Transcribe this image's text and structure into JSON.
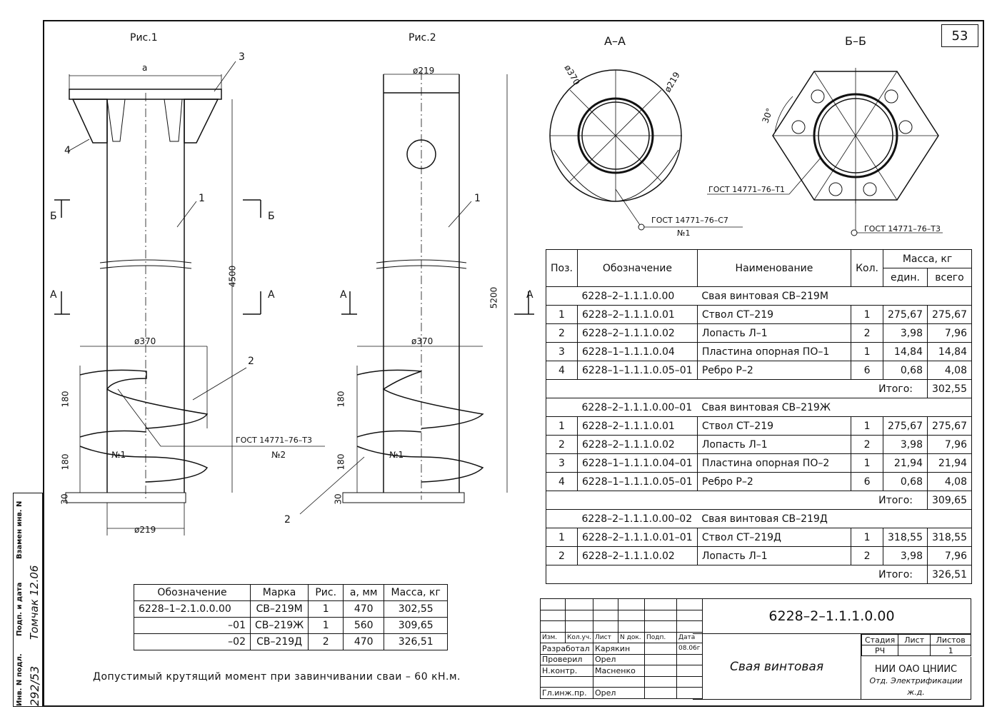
{
  "sheet_number": "53",
  "fig_titles": {
    "fig1": "Рис.1",
    "fig2": "Рис.2",
    "sec_aa": "А–А",
    "sec_bb": "Б–Б"
  },
  "dims": {
    "a": "a",
    "d219": "ø219",
    "d370": "ø370",
    "h4500": "4500",
    "h5200": "5200",
    "h180": "180",
    "h30": "30",
    "deg30": "30°"
  },
  "callouts": {
    "p1": "1",
    "p2": "2",
    "p3": "3",
    "p4": "4",
    "n1": "№1",
    "n2": "№2"
  },
  "section_marks": {
    "b": "Б",
    "a": "А"
  },
  "weld_notes": {
    "fig1": "ГОСТ 14771–76–Т3",
    "aa": "ГОСТ 14771–76–С7",
    "aa_n": "№1",
    "bb_t1": "ГОСТ 14771–76–Т1",
    "bb_t3": "ГОСТ 14771–76–Т3"
  },
  "spec": {
    "headers": {
      "pos": "Поз.",
      "des": "Обозначение",
      "name": "Наименование",
      "qty": "Кол.",
      "mass": "Масса, кг",
      "unit": "един.",
      "total": "всего"
    },
    "groups": [
      {
        "des": "6228–2–1.1.1.0.00",
        "name": "Свая винтовая СВ–219М",
        "rows": [
          [
            "1",
            "6228–2–1.1.1.0.01",
            "Ствол СТ–219",
            "1",
            "275,67",
            "275,67"
          ],
          [
            "2",
            "6228–2–1.1.1.0.02",
            "Лопасть Л–1",
            "2",
            "3,98",
            "7,96"
          ],
          [
            "3",
            "6228–1–1.1.1.0.04",
            "Пластина опорная ПО–1",
            "1",
            "14,84",
            "14,84"
          ],
          [
            "4",
            "6228–1–1.1.1.0.05–01",
            "Ребро Р–2",
            "6",
            "0,68",
            "4,08"
          ]
        ],
        "total_label": "Итого:",
        "total": "302,55"
      },
      {
        "des": "6228–2–1.1.1.0.00–01",
        "name": "Свая винтовая СВ–219Ж",
        "rows": [
          [
            "1",
            "6228–2–1.1.1.0.01",
            "Ствол СТ–219",
            "1",
            "275,67",
            "275,67"
          ],
          [
            "2",
            "6228–2–1.1.1.0.02",
            "Лопасть Л–1",
            "2",
            "3,98",
            "7,96"
          ],
          [
            "3",
            "6228–1–1.1.1.0.04–01",
            "Пластина опорная ПО–2",
            "1",
            "21,94",
            "21,94"
          ],
          [
            "4",
            "6228–1–1.1.1.0.05–01",
            "Ребро Р–2",
            "6",
            "0,68",
            "4,08"
          ]
        ],
        "total_label": "Итого:",
        "total": "309,65"
      },
      {
        "des": "6228–2–1.1.1.0.00–02",
        "name": "Свая винтовая СВ–219Д",
        "rows": [
          [
            "1",
            "6228–2–1.1.1.0.01–01",
            "Ствол СТ–219Д",
            "1",
            "318,55",
            "318,55"
          ],
          [
            "2",
            "6228–2–1.1.1.0.02",
            "Лопасть Л–1",
            "2",
            "3,98",
            "7,96"
          ]
        ],
        "total_label": "Итого:",
        "total": "326,51"
      }
    ]
  },
  "summary": {
    "headers": [
      "Обозначение",
      "Марка",
      "Рис.",
      "a, мм",
      "Масса, кг"
    ],
    "rows": [
      [
        "6228–1–2.1.0.0.00",
        "СВ–219М",
        "1",
        "470",
        "302,55"
      ],
      [
        "–01",
        "СВ–219Ж",
        "1",
        "560",
        "309,65"
      ],
      [
        "–02",
        "СВ–219Д",
        "2",
        "470",
        "326,51"
      ]
    ]
  },
  "note": "Допустимый крутящий момент при завинчивании сваи – 60 кН.м.",
  "title_block": {
    "doc_number": "6228–2–1.1.1.0.00",
    "doc_name": "Свая винтовая",
    "col_headers": [
      "Изм.",
      "Кол.уч.",
      "Лист",
      "N док.",
      "Подп.",
      "Дата"
    ],
    "roles": [
      [
        "Разработал",
        "Карякин",
        "08.06г"
      ],
      [
        "Проверил",
        "Орел",
        ""
      ],
      [
        "Н.контр.",
        "Масненко",
        ""
      ],
      [
        "",
        ""
      ],
      [
        "Гл.инж.пр.",
        "Орел",
        ""
      ]
    ],
    "stage_headers": [
      "Стадия",
      "Лист",
      "Листов"
    ],
    "stage_values": [
      "РЧ",
      "",
      "1"
    ],
    "org_line1": "НИИ ОАО ЦНИИС",
    "org_line2": "Отд. Электрификации ж.д."
  },
  "side_stamp": {
    "labels": [
      "Инв. N подл.",
      "Подп. и дата",
      "Взамен инв. N"
    ],
    "values": [
      "292/53",
      "Томчак 12.06"
    ]
  }
}
